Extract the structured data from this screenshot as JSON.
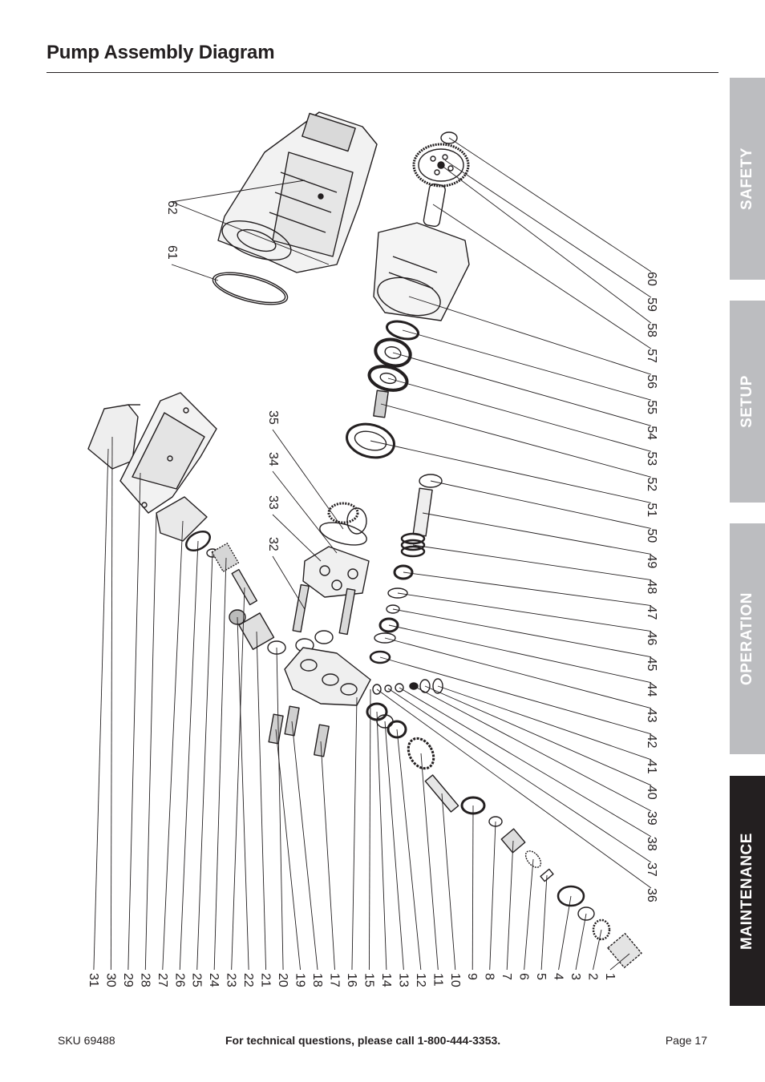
{
  "page": {
    "title": "Pump Assembly Diagram"
  },
  "tabs": [
    {
      "label": "SAFETY",
      "active": false
    },
    {
      "label": "SETUP",
      "active": false
    },
    {
      "label": "OPERATION",
      "active": false
    },
    {
      "label": "MAINTENANCE",
      "active": true
    }
  ],
  "diagram": {
    "bottom_labels": [
      "1",
      "2",
      "3",
      "4",
      "5",
      "6",
      "7",
      "8",
      "9",
      "10",
      "11",
      "12",
      "13",
      "14",
      "15",
      "16",
      "17",
      "18",
      "19",
      "20",
      "21",
      "22",
      "23",
      "24",
      "25",
      "26",
      "27",
      "28",
      "29",
      "30",
      "31"
    ],
    "right_labels": [
      "36",
      "37",
      "38",
      "39",
      "40",
      "41",
      "42",
      "43",
      "44",
      "45",
      "46",
      "47",
      "48",
      "49",
      "50",
      "51",
      "52",
      "53",
      "54",
      "55",
      "56",
      "57",
      "58",
      "59",
      "60"
    ],
    "mid_labels": [
      "32",
      "33",
      "34",
      "35"
    ],
    "top_labels": [
      "61",
      "62"
    ]
  },
  "footer": {
    "sku": "SKU 69488",
    "tech": "For technical questions, please call 1-800-444-3353.",
    "page": "Page 17"
  },
  "colors": {
    "tab_inactive": "#bcbdc0",
    "tab_active": "#231f20",
    "text": "#231f20"
  }
}
